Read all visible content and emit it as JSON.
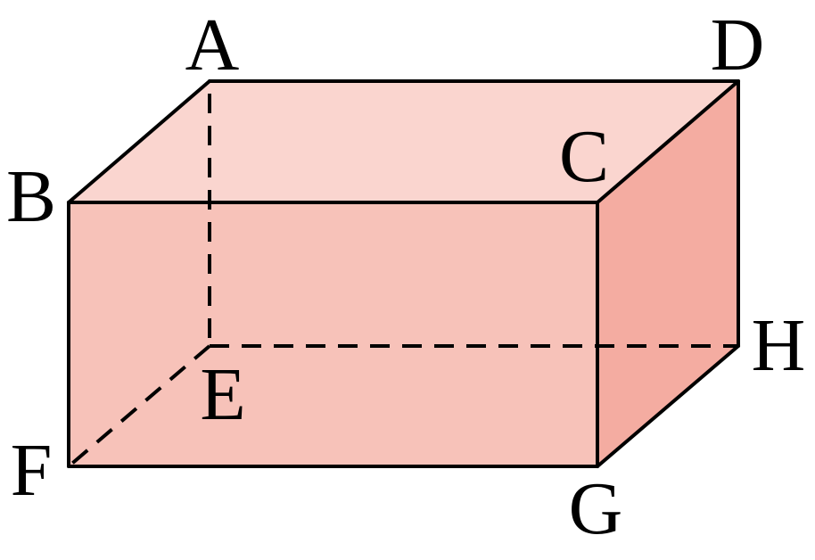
{
  "figure": {
    "shape": "rectangular box (cuboid)",
    "colors": {
      "top_face": "#fad5cf",
      "front_face": "#f7c2b9",
      "side_face": "#f4aca1",
      "edge": "#000000"
    },
    "vertex_labels": {
      "A": "A",
      "B": "B",
      "C": "C",
      "D": "D",
      "E": "E",
      "F": "F",
      "G": "G",
      "H": "H"
    },
    "visible_edges": [
      "AD",
      "AB",
      "BC",
      "CD",
      "BF",
      "FG",
      "CG",
      "GH",
      "DH"
    ],
    "hidden_edges": [
      "AE",
      "EF",
      "EH"
    ]
  }
}
